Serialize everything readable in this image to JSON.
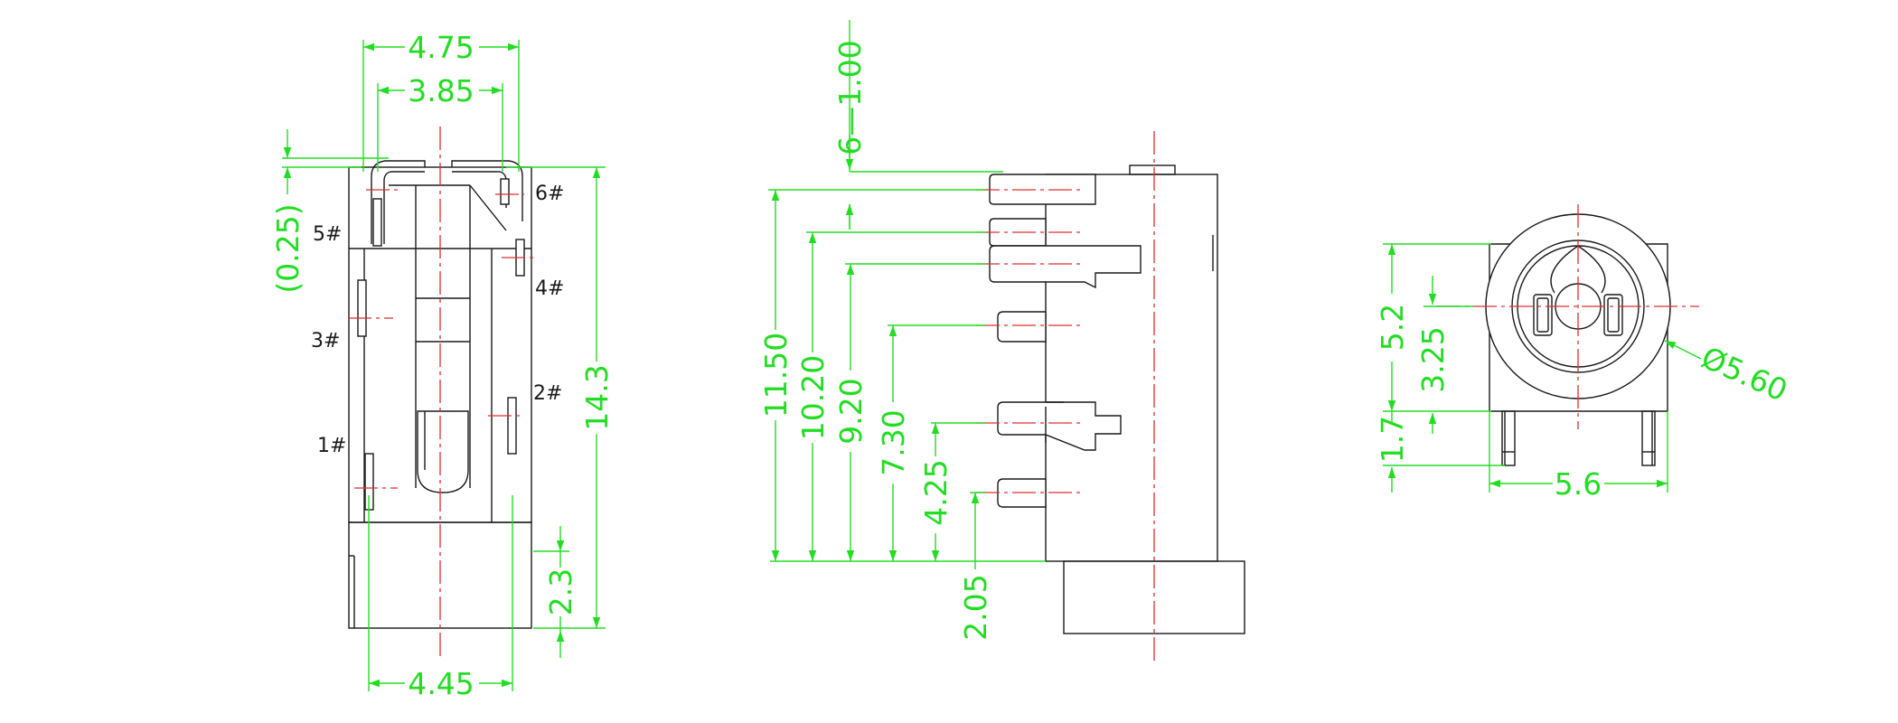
{
  "colors": {
    "outline": "#1a1a1a",
    "centerline": "#d93030",
    "dimension": "#22dd22",
    "background": "#ffffff"
  },
  "front_view": {
    "dims": {
      "overall_width": "4.75",
      "inner_width": "3.85",
      "bottom_width": "4.45",
      "total_height": "14.3",
      "base_height": "2.3",
      "top_offset": "(0.25)"
    },
    "pins": {
      "p1": "1#",
      "p2": "2#",
      "p3": "3#",
      "p4": "4#",
      "p5": "5#",
      "p6": "6#"
    }
  },
  "side_view": {
    "dims": {
      "pin6_width": "6—1.00",
      "h_1150": "11.50",
      "h_1020": "10.20",
      "h_920": "9.20",
      "h_730": "7.30",
      "h_425": "4.25",
      "h_205": "2.05"
    }
  },
  "end_view": {
    "dims": {
      "height_52": "5.2",
      "center_325": "3.25",
      "pin_17": "1.7",
      "width_56": "5.6",
      "diameter": "Ø5.60"
    }
  }
}
